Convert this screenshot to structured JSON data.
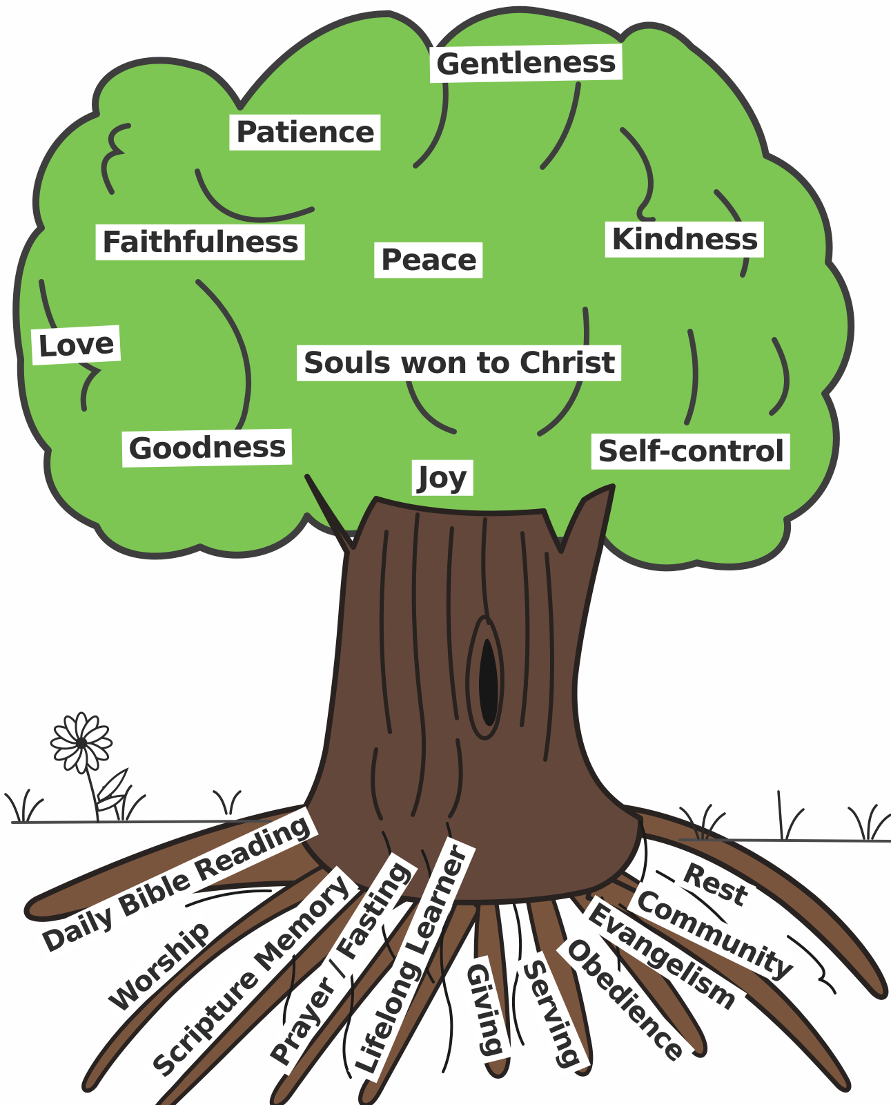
{
  "canopy_labels": [
    {
      "label": "Gentleness"
    },
    {
      "label": "Patience"
    },
    {
      "label": "Faithfulness"
    },
    {
      "label": "Kindness"
    },
    {
      "label": "Peace"
    },
    {
      "label": "Love"
    },
    {
      "label": "Souls won to Christ"
    },
    {
      "label": "Goodness"
    },
    {
      "label": "Self-control"
    },
    {
      "label": "Joy"
    }
  ],
  "root_labels": [
    {
      "label": "Daily Bible Reading"
    },
    {
      "label": "Worship"
    },
    {
      "label": "Scripture Memory"
    },
    {
      "label": "Prayer / Fasting"
    },
    {
      "label": "Lifelong Learner"
    },
    {
      "label": "Giving"
    },
    {
      "label": "Serving"
    },
    {
      "label": "Obedience"
    },
    {
      "label": "Evangelism"
    },
    {
      "label": "Community"
    },
    {
      "label": "Rest"
    }
  ],
  "colors": {
    "canopy_green": "#7dc654",
    "outline_gray": "#3e3e3e",
    "trunk_brown": "#63473a",
    "root_brown": "#7a553e",
    "label_text": "#2d2d2d",
    "label_bg": "#ffffff"
  }
}
